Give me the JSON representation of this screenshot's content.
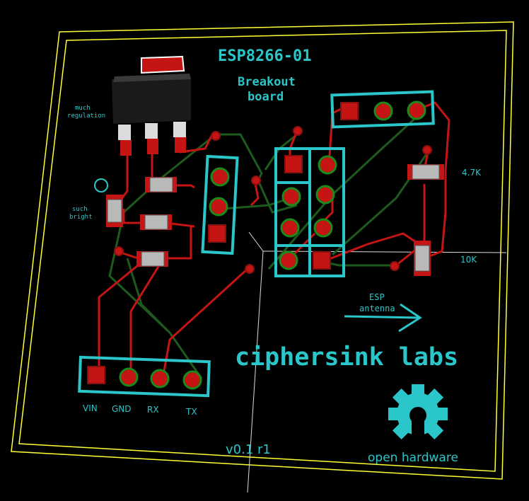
{
  "title": "ESP8266-01",
  "subtitle_line1": "Breakout",
  "subtitle_line2": "board",
  "regulator_label_line1": "much",
  "regulator_label_line2": "regulation",
  "led_label_line1": "such",
  "led_label_line2": "bright",
  "resistor_top_label": "4.7K",
  "resistor_bottom_label": "10K",
  "antenna_label_line1": "ESP",
  "antenna_label_line2": "antenna",
  "brand": "ciphersink labs",
  "version": "v0.1 r1",
  "oshw_label": "open hardware",
  "header_pins": [
    "VIN",
    "GND",
    "RX",
    "TX"
  ],
  "colors": {
    "board": "#000000",
    "edge": "#ffff33",
    "silkscreen": "#2bc6c9",
    "copper_top": "#c41414",
    "copper_bottom": "#1e5a1e",
    "pad_fill": "#c41414",
    "via_ring": "#8a1010"
  }
}
